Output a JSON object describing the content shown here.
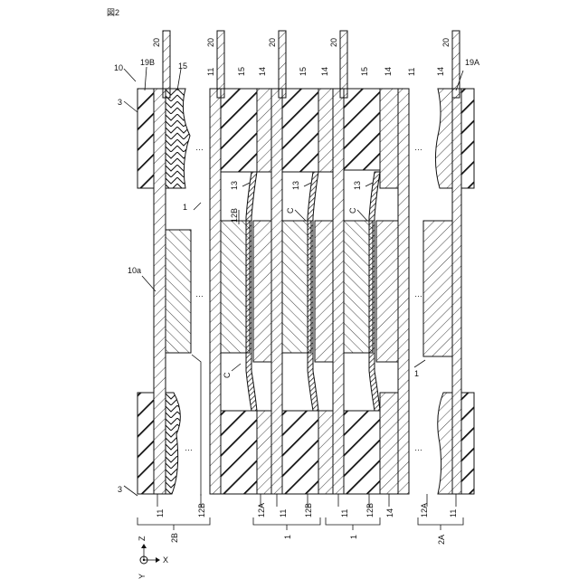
{
  "figure": {
    "title": "図2",
    "labels": {
      "ref_10": "10",
      "ref_3_top": "3",
      "ref_3_bottom": "3",
      "ref_19B": "19B",
      "ref_19A": "19A",
      "ref_10a": "10a",
      "ref_1_top": "1",
      "ref_1_right": "1",
      "ref_20": [
        "20",
        "20",
        "20",
        "20",
        "20"
      ],
      "ref_15": [
        "15",
        "15",
        "15",
        "15"
      ],
      "ref_14": [
        "14",
        "14",
        "14"
      ],
      "ref_11_top": [
        "11",
        "11"
      ],
      "ref_13": [
        "13",
        "13",
        "13"
      ],
      "ref_12B_top": "12B",
      "ref_C": [
        "C",
        "C",
        "C"
      ],
      "ellipsis": "…"
    },
    "bottom_labels": {
      "group1": [
        "11",
        "12B"
      ],
      "group1_bracket": "2B",
      "group2": [
        "12A",
        "11",
        "12B"
      ],
      "group2_bracket": "1",
      "group3": [
        "11",
        "12B"
      ],
      "group3_bracket": "1",
      "right_14": "14",
      "group4": [
        "12A",
        "11"
      ],
      "group4_bracket": "2A"
    },
    "axes": {
      "x": "X",
      "z": "Z",
      "y": "Y"
    },
    "colors": {
      "line": "#111111",
      "background": "#ffffff"
    }
  }
}
